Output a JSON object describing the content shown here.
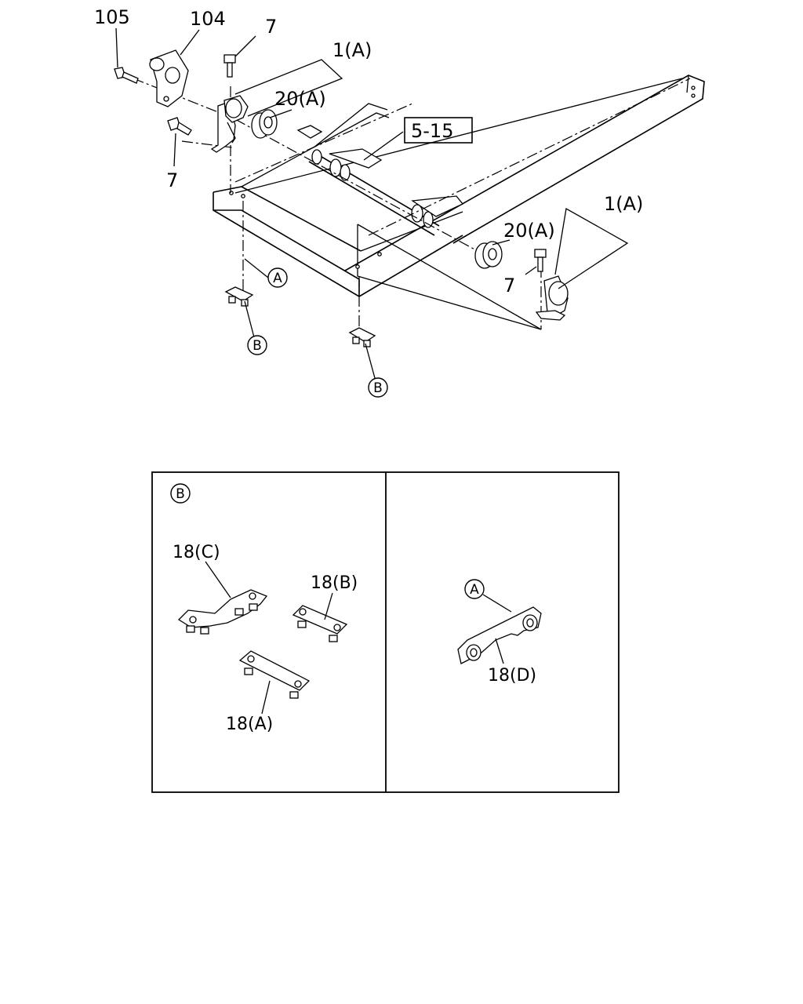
{
  "labels": {
    "p105": "105",
    "p104": "104",
    "p7_top": "7",
    "p1A_top": "1(A)",
    "p20A_top": "20(A)",
    "ref_5_15": "5-15",
    "p7_left": "7",
    "p1A_right": "1(A)",
    "p20A_right": "20(A)",
    "p7_right": "7"
  },
  "callouts": {
    "A_main": "A",
    "B_left": "B",
    "B_mid": "B",
    "B_panel": "B",
    "A_panel": "A"
  },
  "panel_labels": {
    "p18C": "18(C)",
    "p18B": "18(B)",
    "p18A": "18(A)",
    "p18D": "18(D)"
  }
}
